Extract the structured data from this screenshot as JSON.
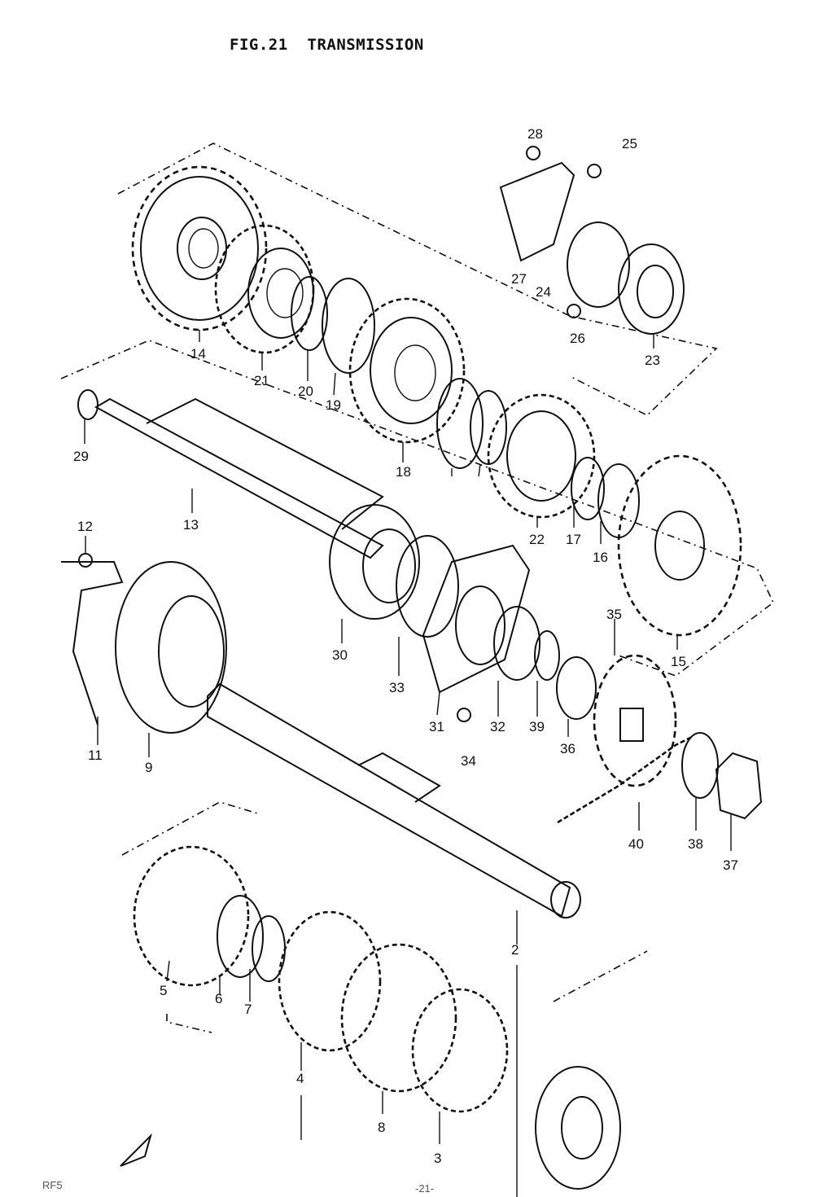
{
  "header": {
    "title": "FIG.21  TRANSMISSION"
  },
  "corner": {
    "bottom_left": "RF5",
    "page": "-21-"
  },
  "callouts": [
    "2",
    "3",
    "4",
    "5",
    "6",
    "7",
    "8",
    "9",
    "11",
    "12",
    "13",
    "14",
    "15",
    "16",
    "17",
    "18",
    "19",
    "20",
    "21",
    "22",
    "23",
    "24",
    "25",
    "26",
    "27",
    "28",
    "29",
    "30",
    "31",
    "32",
    "33",
    "34",
    "35",
    "36",
    "37",
    "38",
    "39",
    "40"
  ]
}
